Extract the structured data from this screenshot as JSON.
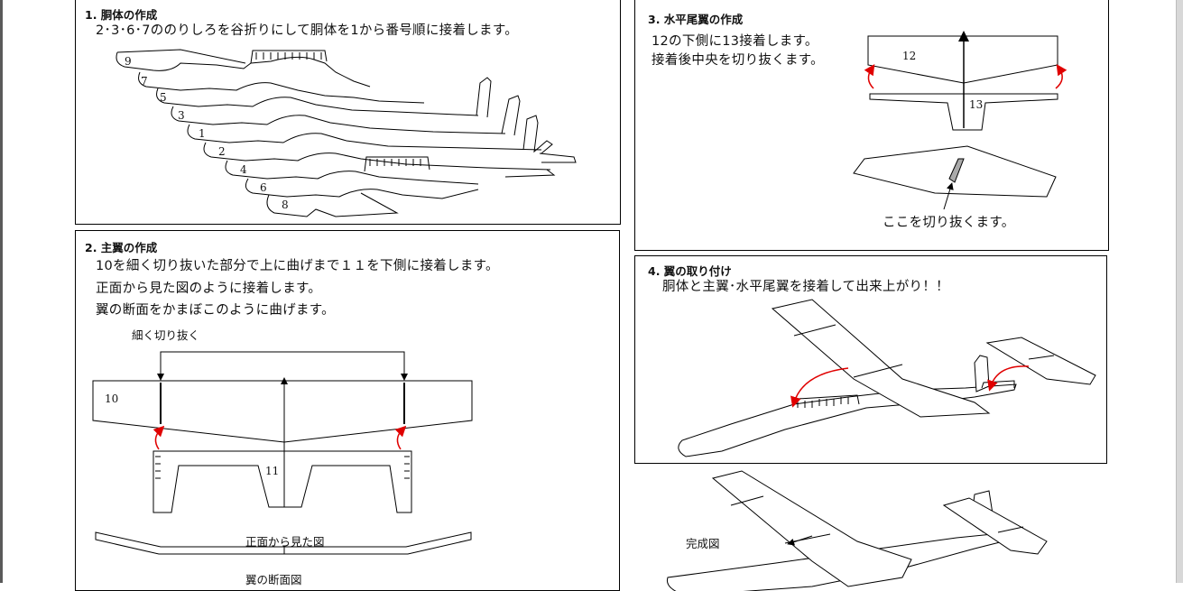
{
  "section1": {
    "title": "1. 胴体の作成",
    "text": "2･3･6･7ののりしろを谷折りにして胴体を1から番号順に接着します。",
    "labels": [
      "9",
      "7",
      "5",
      "3",
      "1",
      "2",
      "4",
      "6",
      "8"
    ]
  },
  "section2": {
    "title": "2. 主翼の作成",
    "line1": "10を細く切り抜いた部分で上に曲げまで１１を下側に接着します。",
    "line2": "正面から見た図のように接着します。",
    "line3": "翼の断面をかまぼこのように曲げます。",
    "cut_label": "細く切り抜く",
    "part10": "10",
    "part11": "11",
    "front_view": "正面から見た図",
    "section_view": "翼の断面図"
  },
  "section3": {
    "title": "3. 水平尾翼の作成",
    "line1": "12の下側に13接着します。",
    "line2": "接着後中央を切り抜くます。",
    "part12": "12",
    "part13": "13",
    "cut_here": "ここを切り抜くます。"
  },
  "section4": {
    "title": "4. 翼の取り付け",
    "text": "胴体と主翼･水平尾翼を接着して出来上がり！！"
  },
  "completed": {
    "label": "完成図"
  },
  "colors": {
    "arrow_red": "#e00000",
    "border": "#000000",
    "edge": "#5a5a5a"
  }
}
